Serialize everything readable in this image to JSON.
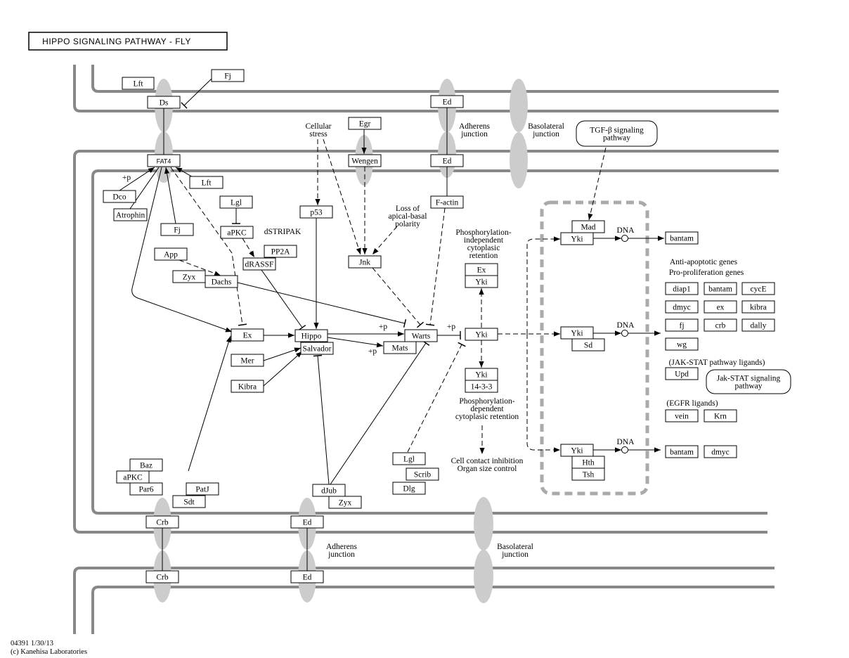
{
  "title": "HIPPO SIGNALING PATHWAY - FLY",
  "footer": {
    "line1": "04391 1/30/13",
    "line2": "(c) Kanehisa Laboratories"
  },
  "colors": {
    "membrane": "#888888",
    "junction": "#cccccc",
    "highlight_node": "#888888",
    "nucleus_border": "#aaaaaa"
  },
  "nodes": [
    {
      "id": "lft1",
      "label": "Lft"
    },
    {
      "id": "fj1",
      "label": "Fj"
    },
    {
      "id": "ds",
      "label": "Ds"
    },
    {
      "id": "fat4",
      "label": "FAT4"
    },
    {
      "id": "dco",
      "label": "Dco"
    },
    {
      "id": "lft2",
      "label": "Lft"
    },
    {
      "id": "atrophin",
      "label": "Atrophin"
    },
    {
      "id": "fj2",
      "label": "Fj"
    },
    {
      "id": "lgl1",
      "label": "Lgl"
    },
    {
      "id": "apkc1",
      "label": "aPKC"
    },
    {
      "id": "pp2a",
      "label": "PP2A"
    },
    {
      "id": "drassf",
      "label": "dRASSF"
    },
    {
      "id": "app",
      "label": "App"
    },
    {
      "id": "zyx1",
      "label": "Zyx"
    },
    {
      "id": "dachs",
      "label": "Dachs"
    },
    {
      "id": "ed1",
      "label": "Ed"
    },
    {
      "id": "ed2",
      "label": "Ed"
    },
    {
      "id": "egr",
      "label": "Egr"
    },
    {
      "id": "wengen",
      "label": "Wengen"
    },
    {
      "id": "factin",
      "label": "F-actin"
    },
    {
      "id": "p53",
      "label": "p53"
    },
    {
      "id": "jnk",
      "label": "Jnk"
    },
    {
      "id": "ex_c",
      "label": "Ex"
    },
    {
      "id": "yki_c1",
      "label": "Yki"
    },
    {
      "id": "yki_main",
      "label": "Yki"
    },
    {
      "id": "yki_c2",
      "label": "Yki"
    },
    {
      "id": "p1433",
      "label": "14-3-3"
    },
    {
      "id": "warts",
      "label": "Warts"
    },
    {
      "id": "mats",
      "label": "Mats"
    },
    {
      "id": "hippo",
      "label": "Hippo"
    },
    {
      "id": "salvador",
      "label": "Salvador"
    },
    {
      "id": "ex",
      "label": "Ex"
    },
    {
      "id": "mer",
      "label": "Mer"
    },
    {
      "id": "kibra",
      "label": "Kibra"
    },
    {
      "id": "mad",
      "label": "Mad"
    },
    {
      "id": "yki_n1",
      "label": "Yki"
    },
    {
      "id": "yki_n2",
      "label": "Yki"
    },
    {
      "id": "sd",
      "label": "Sd"
    },
    {
      "id": "yki_n3",
      "label": "Yki"
    },
    {
      "id": "hth",
      "label": "Hth"
    },
    {
      "id": "tsh",
      "label": "Tsh"
    },
    {
      "id": "bantam1",
      "label": "bantam"
    },
    {
      "id": "diap1",
      "label": "diap1"
    },
    {
      "id": "bantam2",
      "label": "bantam"
    },
    {
      "id": "cyce",
      "label": "cycE"
    },
    {
      "id": "dmyc1",
      "label": "dmyc"
    },
    {
      "id": "exg",
      "label": "ex"
    },
    {
      "id": "kibrag",
      "label": "kibra"
    },
    {
      "id": "fjg",
      "label": "fj"
    },
    {
      "id": "crbg",
      "label": "crb"
    },
    {
      "id": "dally",
      "label": "dally"
    },
    {
      "id": "wg",
      "label": "wg"
    },
    {
      "id": "upd",
      "label": "Upd"
    },
    {
      "id": "vein",
      "label": "vein"
    },
    {
      "id": "krn",
      "label": "Krn"
    },
    {
      "id": "bantam3",
      "label": "bantam"
    },
    {
      "id": "dmyc2",
      "label": "dmyc"
    },
    {
      "id": "lgl2",
      "label": "Lgl"
    },
    {
      "id": "scrib",
      "label": "Scrib"
    },
    {
      "id": "dlg",
      "label": "Dlg"
    },
    {
      "id": "baz",
      "label": "Baz"
    },
    {
      "id": "apkc2",
      "label": "aPKC"
    },
    {
      "id": "par6",
      "label": "Par6"
    },
    {
      "id": "patj",
      "label": "PatJ"
    },
    {
      "id": "sdt",
      "label": "Sdt"
    },
    {
      "id": "djub",
      "label": "dJub"
    },
    {
      "id": "zyx2",
      "label": "Zyx"
    },
    {
      "id": "crb1",
      "label": "Crb"
    },
    {
      "id": "ed3",
      "label": "Ed"
    },
    {
      "id": "crb2",
      "label": "Crb"
    },
    {
      "id": "ed4",
      "label": "Ed"
    }
  ],
  "pathway_links": [
    {
      "id": "tgfb",
      "label": [
        "TGF-β signaling",
        "pathway"
      ]
    },
    {
      "id": "jakstat",
      "label": [
        "Jak-STAT signaling",
        "pathway"
      ]
    }
  ],
  "annotations": [
    {
      "id": "cellular_stress",
      "lines": [
        "Cellular",
        "stress"
      ]
    },
    {
      "id": "loss_polarity",
      "lines": [
        "Loss of",
        "apical-basal",
        "polarity"
      ]
    },
    {
      "id": "adherens_top",
      "lines": [
        "Adherens",
        "junction"
      ]
    },
    {
      "id": "basolateral_top",
      "lines": [
        "Basolateral",
        "junction"
      ]
    },
    {
      "id": "dstripak",
      "lines": [
        "dSTRIPAK"
      ]
    },
    {
      "id": "phos_indep",
      "lines": [
        "Phosphorylation-",
        "independent",
        "cytoplasic",
        "retention"
      ]
    },
    {
      "id": "anti_apoptotic",
      "lines": [
        "Anti-apoptotic genes"
      ]
    },
    {
      "id": "pro_prolif",
      "lines": [
        "Pro-proliferation genes"
      ]
    },
    {
      "id": "jak_ligands",
      "lines": [
        "(JAK-STAT pathway ligands)"
      ]
    },
    {
      "id": "egfr_ligands",
      "lines": [
        "(EGFR ligands)"
      ]
    },
    {
      "id": "phos_dep",
      "lines": [
        "Phosphorylation-",
        "dependent",
        "cytoplasic retention"
      ]
    },
    {
      "id": "contact_inhib",
      "lines": [
        "Cell contact inhibition",
        "Organ size control"
      ]
    },
    {
      "id": "adherens_bottom",
      "lines": [
        "Adherens",
        "junction"
      ]
    },
    {
      "id": "basolateral_bottom",
      "lines": [
        "Basolateral",
        "junction"
      ]
    },
    {
      "id": "dna1",
      "lines": [
        "DNA"
      ]
    },
    {
      "id": "dna2",
      "lines": [
        "DNA"
      ]
    },
    {
      "id": "dna3",
      "lines": [
        "DNA"
      ]
    },
    {
      "id": "p1",
      "lines": [
        "+p"
      ]
    },
    {
      "id": "p2",
      "lines": [
        "+p"
      ]
    },
    {
      "id": "p3",
      "lines": [
        "+p"
      ]
    },
    {
      "id": "p4",
      "lines": [
        "+p"
      ]
    }
  ]
}
